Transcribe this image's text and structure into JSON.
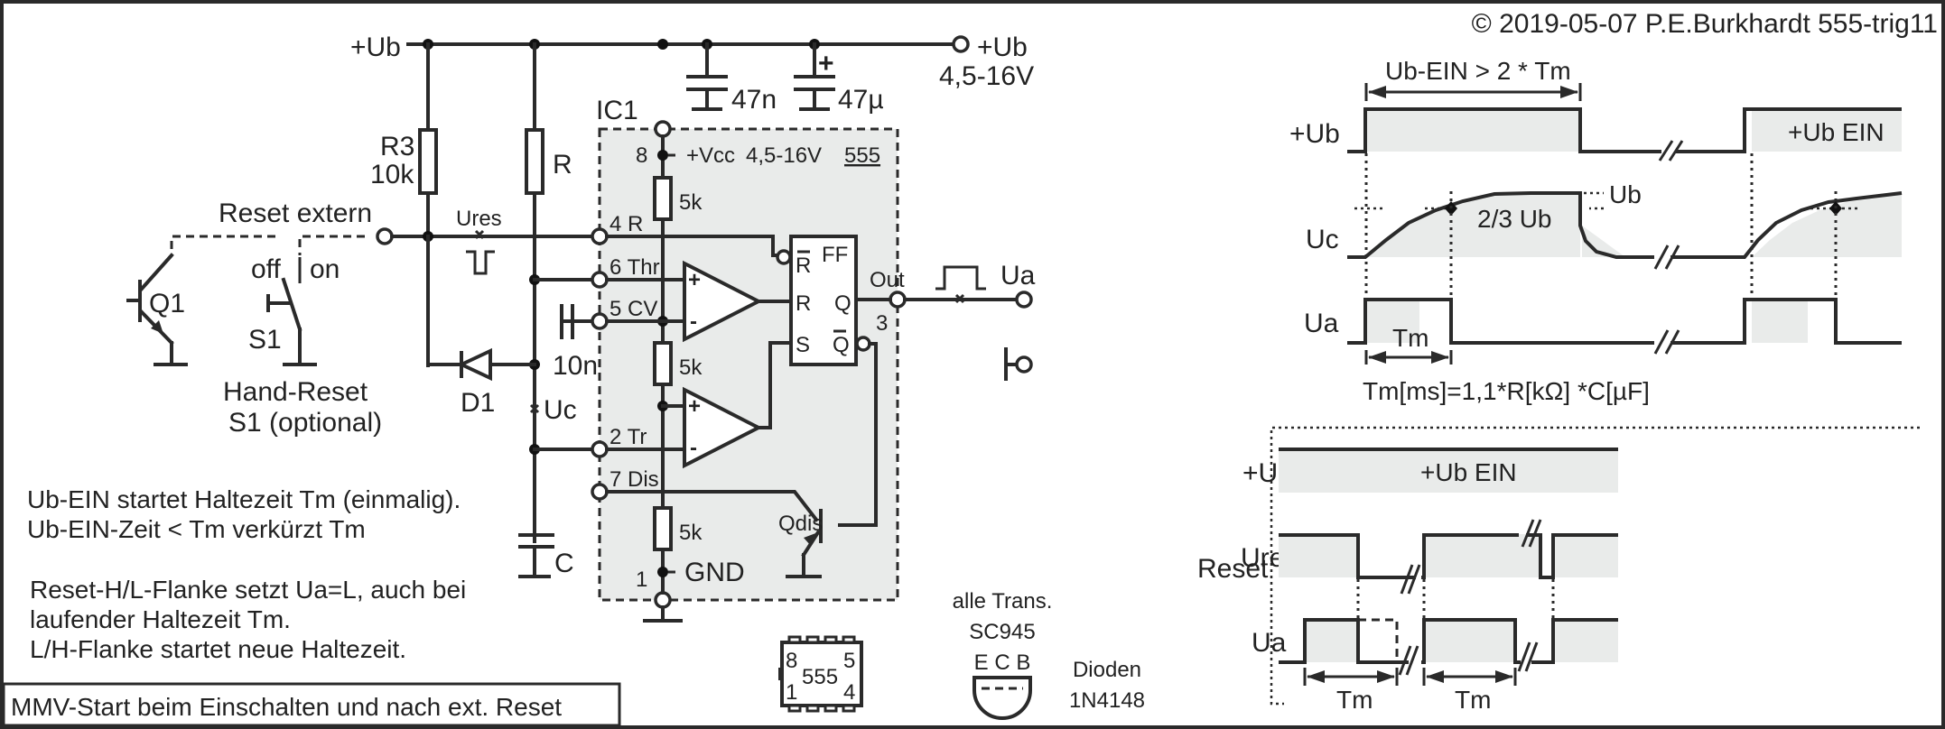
{
  "copyright": "© 2019-05-07 P.E.Burkhardt 555-trig11",
  "footer_title": "MMV-Start beim Einschalten und nach ext. Reset",
  "supply": {
    "left_label": "+Ub",
    "right_label": "+Ub",
    "range": "4,5-16V",
    "cap_small": "47n",
    "cap_elko": "47µ",
    "elko_plus": "+"
  },
  "components": {
    "r3_name": "R3",
    "r3_value": "10k",
    "r_name": "R",
    "c_name": "C",
    "cv_cap": "10n",
    "d1_name": "D1",
    "q1_name": "Q1",
    "s1_name": "S1",
    "switch_off": "off",
    "switch_on": "on",
    "reset_extern": "Reset extern",
    "ures_label": "Ures",
    "uc_label": "Uc",
    "ua_label": "Ua",
    "hand_reset_line1": "Hand-Reset",
    "hand_reset_line2": "S1 (optional)"
  },
  "ic": {
    "name": "IC1",
    "type": "555",
    "vcc_label": "+Vcc",
    "vcc_range": "4,5-16V",
    "pin8": "8",
    "pin1": "1",
    "gnd_label": "GND",
    "pin4": "4 R",
    "pin6": "6 Thr",
    "pin5": "5 CV",
    "pin2": "2 Tr",
    "pin7": "7 Dis",
    "pin3": "3",
    "out_label": "Out",
    "divider_r": "5k",
    "ff_label": "FF",
    "ff_rbar": "R",
    "ff_r": "R",
    "ff_s": "S",
    "ff_q": "Q",
    "ff_qbar": "Q",
    "qdis": "Qdis",
    "plus": "+",
    "minus": "-"
  },
  "package": {
    "name": "555",
    "pin8": "8",
    "pin1": "1",
    "pin5": "5",
    "pin4": "4"
  },
  "transistor_info": {
    "line1": "alle Trans.",
    "line2": "SC945",
    "pinout": "E C B"
  },
  "diode_info": {
    "line1": "Dioden",
    "line2": "1N4148"
  },
  "notes": {
    "line1": "Ub-EIN startet Haltezeit Tm (einmalig).",
    "line2": "Ub-EIN-Zeit < Tm verkürzt Tm",
    "line3": "Reset-H/L-Flanke setzt Ua=L, auch bei",
    "line4": "laufender Haltezeit Tm.",
    "line5": "L/H-Flanke startet neue Haltezeit."
  },
  "timing_top": {
    "span_label": "Ub-EIN > 2 * Tm",
    "row_ub": "+Ub",
    "row_uc": "Uc",
    "row_ua": "Ua",
    "ub_ein": "+Ub EIN",
    "ub_level": "Ub",
    "threshold": "2/3 Ub",
    "tm": "Tm",
    "formula": "Tm[ms]=1,1*R[kΩ] *C[µF]"
  },
  "timing_reset": {
    "group_label": "Reset",
    "row_ub": "+Ub",
    "row_ures": "Ures",
    "row_ua": "Ua",
    "ub_ein": "+Ub EIN",
    "tm1": "Tm",
    "tm2": "Tm"
  }
}
